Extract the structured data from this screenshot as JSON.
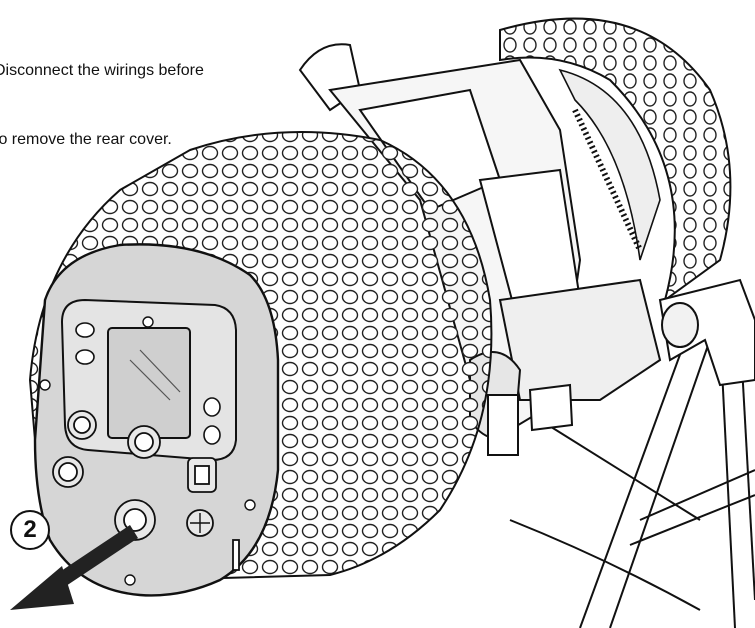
{
  "caption": {
    "line1": "Disconnect the wirings before",
    "line2": "to remove the rear cover."
  },
  "step_badge": {
    "label": "2"
  },
  "icons": {
    "pull_arrow": "arrow-left-down-icon"
  },
  "colors": {
    "line": "#111111",
    "cover_fill": "#d6d6d6",
    "panel_fill": "#e4e4e4",
    "display_fill": "#cfcfcf",
    "arrow_fill": "#222222"
  }
}
